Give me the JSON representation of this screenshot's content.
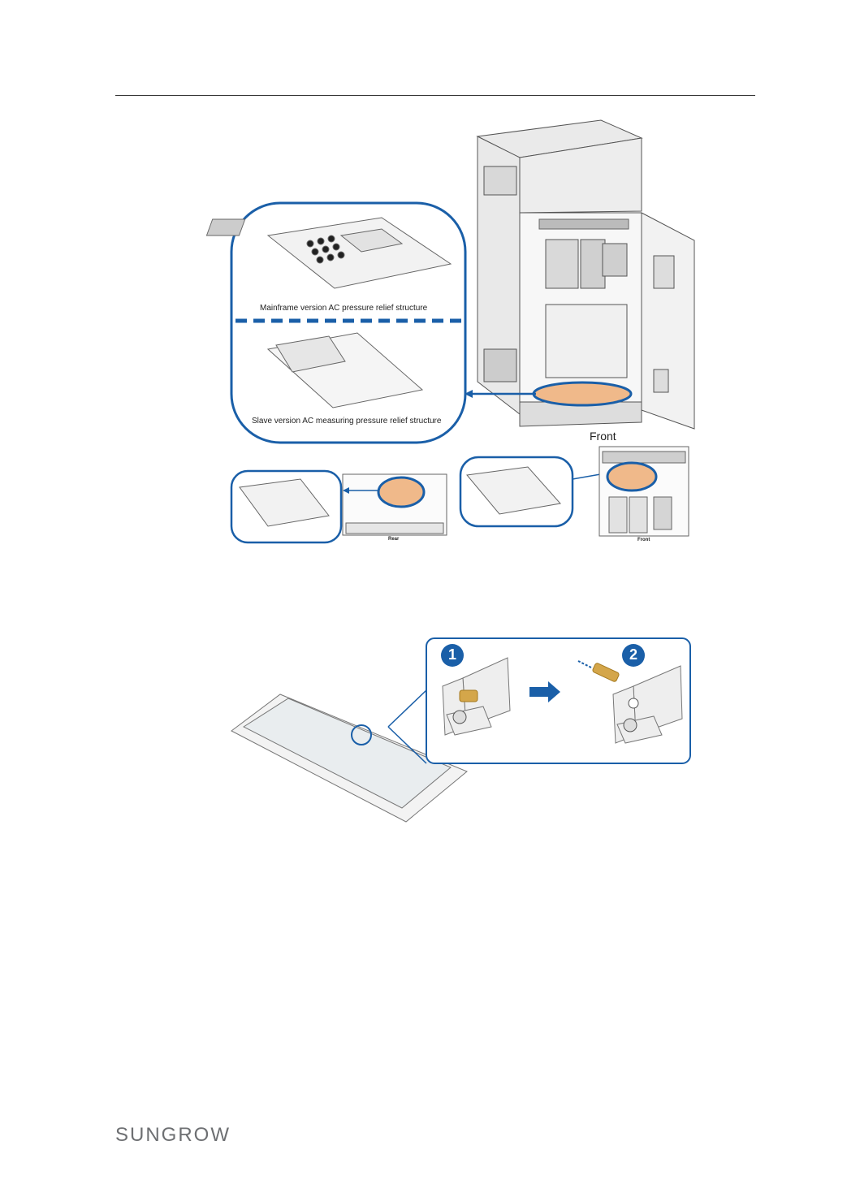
{
  "figure1": {
    "caption_mainframe": "Mainframe version AC pressure relief structure",
    "caption_slave": "Slave version AC measuring pressure relief structure",
    "label_front_large": "Front",
    "label_rear_small": "Rear",
    "label_front_small": "Front"
  },
  "figure2": {
    "step1": "1",
    "step2": "2"
  },
  "footer": {
    "logo_text": "SUNGROW"
  },
  "colors": {
    "accent_blue": "#1a5fa8",
    "highlight_orange": "#f0b98a",
    "screw_gold": "#d4a64a"
  }
}
